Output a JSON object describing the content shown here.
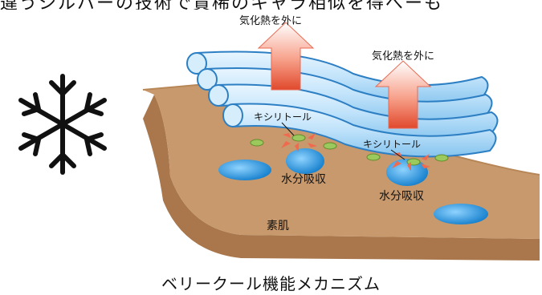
{
  "top_text": "違うシルバーの技術で貴稀のキャラ相似を得べーも",
  "labels": {
    "heat_out": "気化熱を外に",
    "xylitol": "キシリトール",
    "absorb": "水分吸収",
    "skin": "素肌"
  },
  "caption": "ベリークール機能メカニズム",
  "colors": {
    "skin_top": "#c8996c",
    "skin_side": "#a9774b",
    "fiber": "#cfe9fb",
    "fiber_stroke": "#2d7fc4",
    "arrow": "#ef6a4e",
    "droplet": "#1c8fd8",
    "xylitol_dot": "#8fbf4d"
  },
  "icon": "snowflake-icon"
}
